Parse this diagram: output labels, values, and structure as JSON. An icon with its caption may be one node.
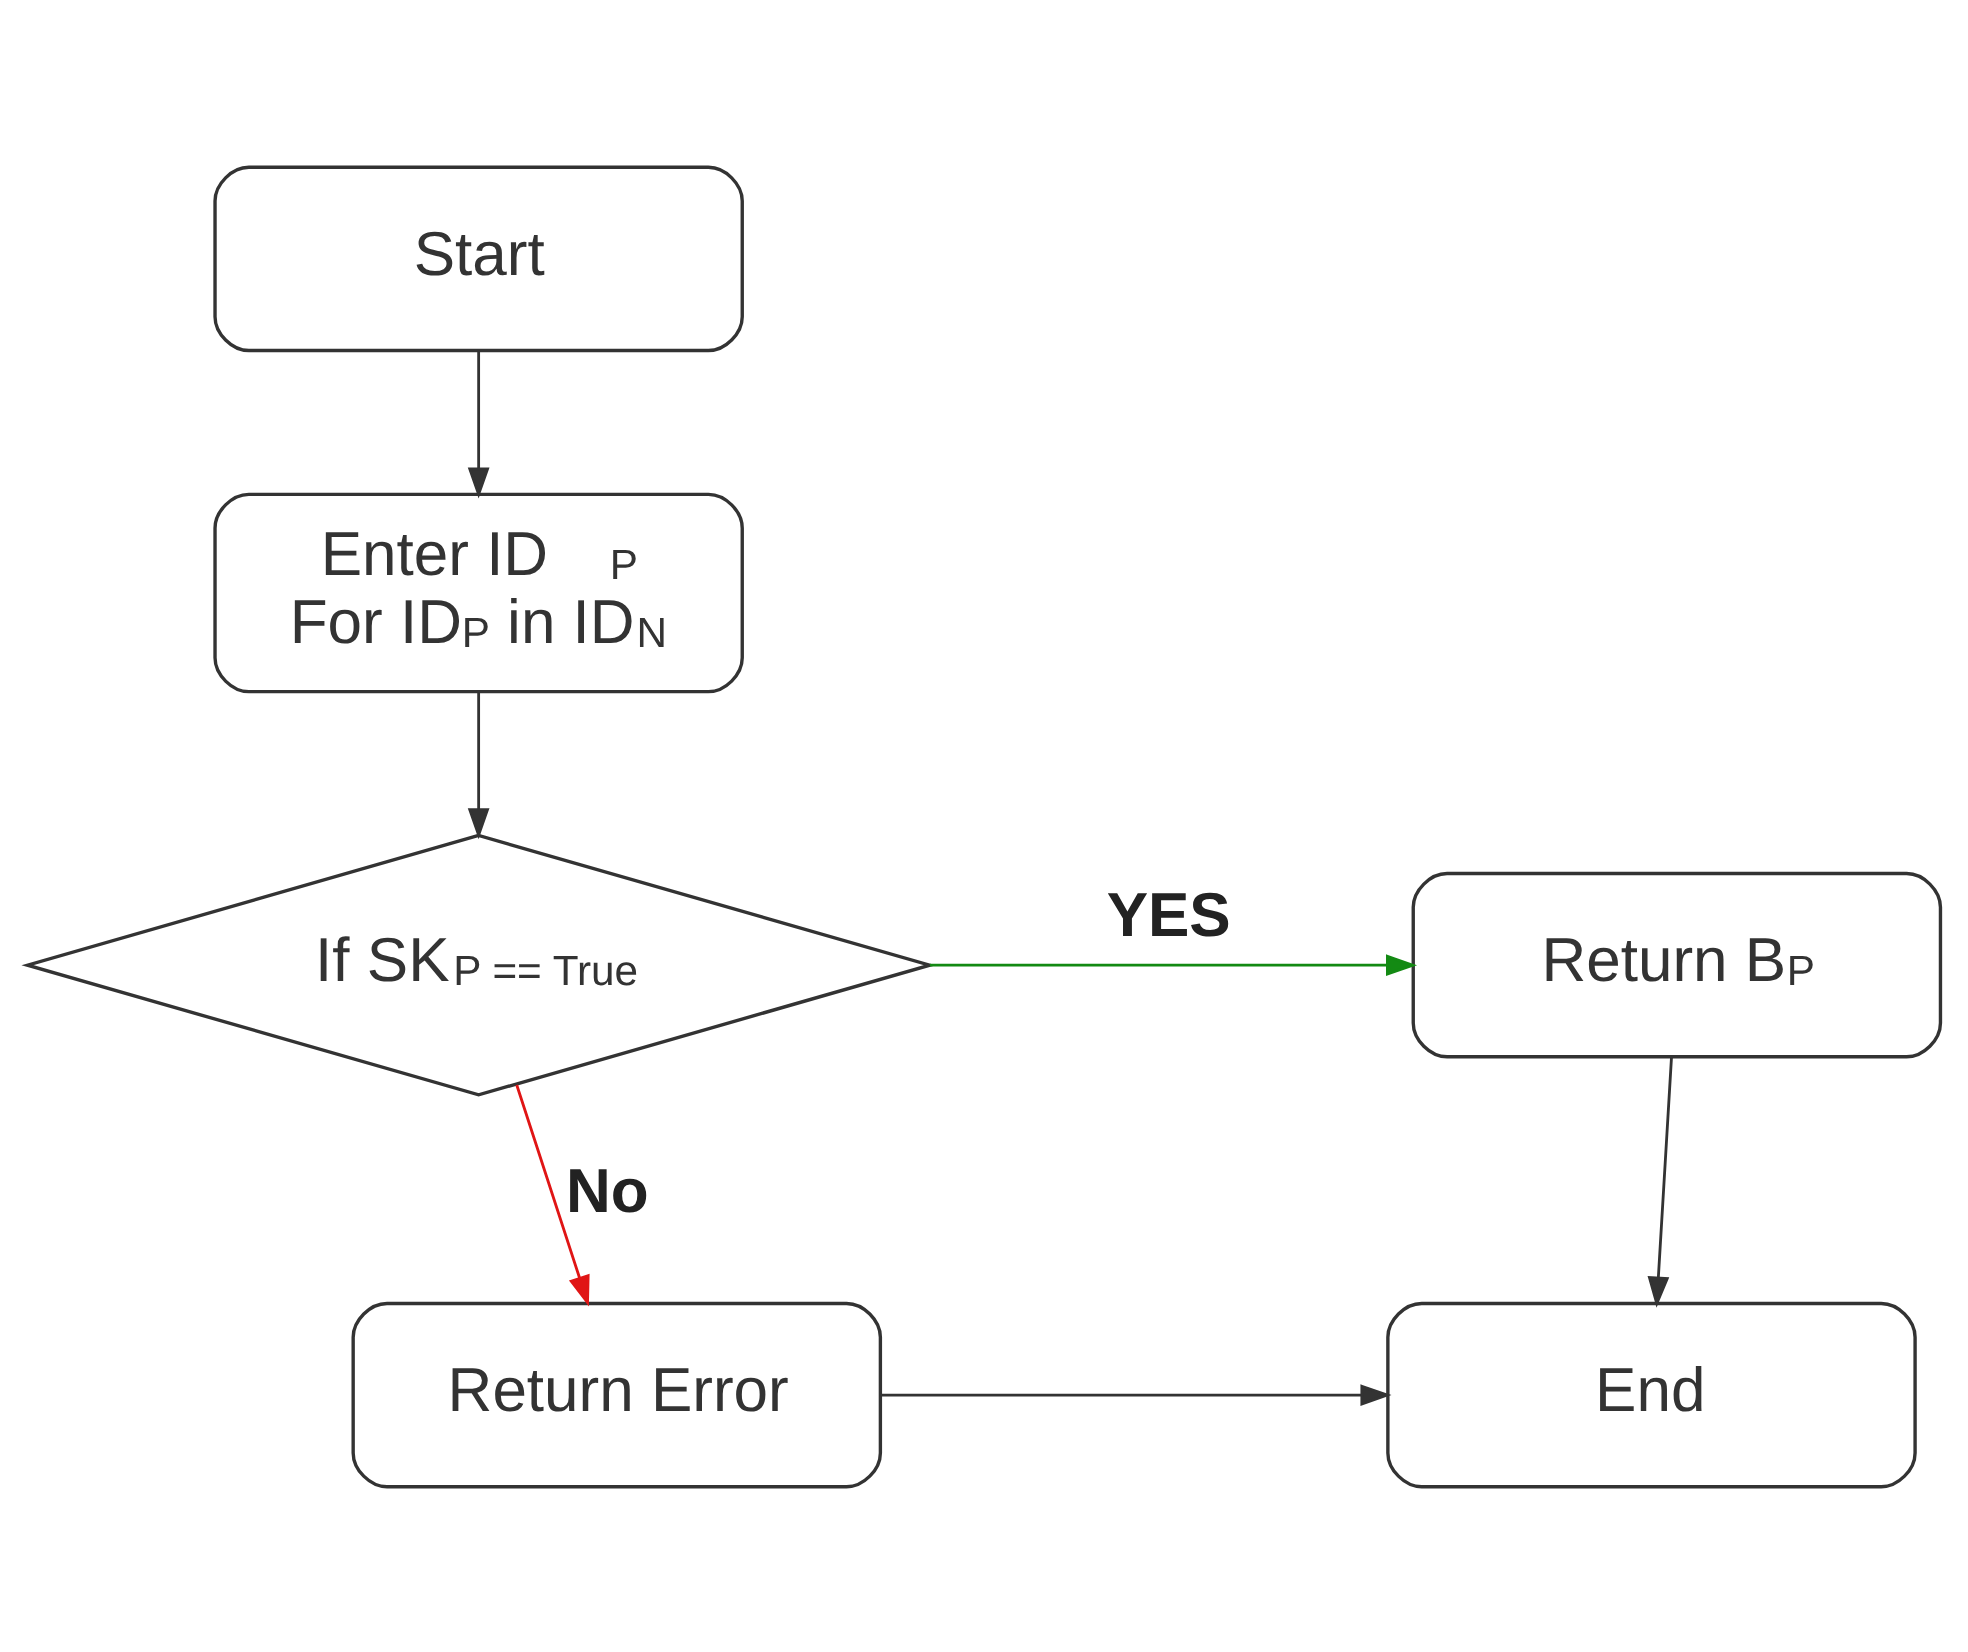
{
  "diagram": {
    "nodes": [
      {
        "text": [
          "Start"
        ]
      },
      {
        "text": [
          "Enter ID$_{P}$",
          "For ID$_{P}$ in ID$_{N}$"
        ]
      },
      {
        "text": [
          "If SK$_{P == True}$"
        ]
      },
      {
        "text": [
          "Return B$_{P}$"
        ]
      },
      {
        "text": [
          "Return Error"
        ]
      },
      {
        "text": [
          "End"
        ]
      }
    ],
    "edges": [
      {
        "from": 0,
        "to": 1,
        "arrow": "to"
      },
      {
        "from": 1,
        "to": 2,
        "arrow": "to"
      },
      {
        "from": 2,
        "to": 3,
        "arrow": "to",
        "label": "YES",
        "color": "#138a13"
      },
      {
        "from": 2,
        "to": 4,
        "arrow": "to",
        "label": "No",
        "color": "#e01515"
      },
      {
        "from": 3,
        "to": 5,
        "arrow": "to"
      },
      {
        "from": 4,
        "to": 5,
        "arrow": "to"
      }
    ]
  }
}
